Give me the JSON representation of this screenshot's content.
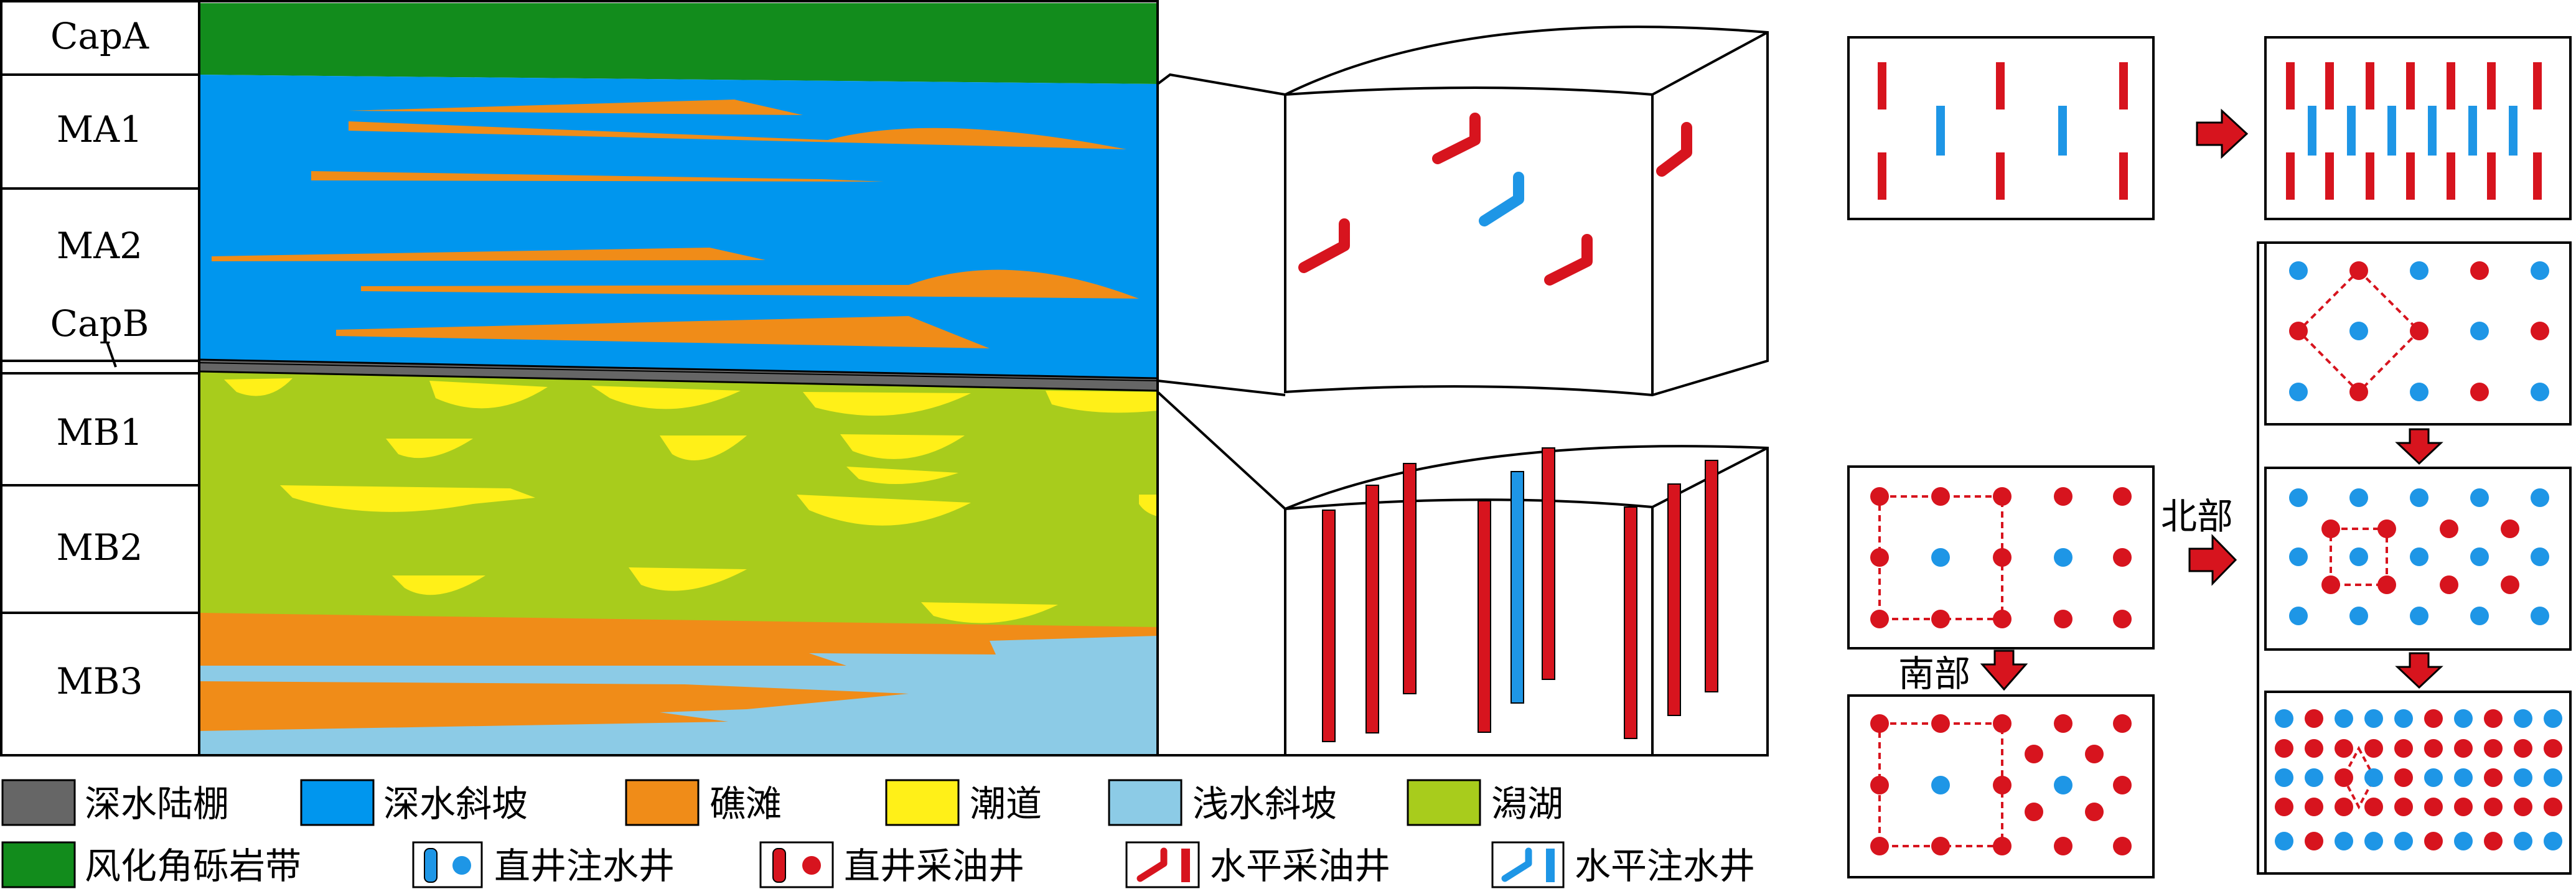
{
  "strata": [
    {
      "label": "CapA"
    },
    {
      "label": "MA1"
    },
    {
      "label": "MA2"
    },
    {
      "label": "CapB"
    },
    {
      "label": "MB1"
    },
    {
      "label": "MB2"
    },
    {
      "label": "MB3"
    }
  ],
  "legend": [
    {
      "label": "深水陆棚",
      "color": "#666666",
      "icon": "gray-swatch"
    },
    {
      "label": "深水斜坡",
      "color": "#0096ee",
      "icon": "blue-swatch"
    },
    {
      "label": "礁滩",
      "color": "#f08c18",
      "icon": "orange-swatch"
    },
    {
      "label": "潮道",
      "color": "#fff018",
      "icon": "yellow-swatch"
    },
    {
      "label": "浅水斜坡",
      "color": "#8ccbe6",
      "icon": "light-blue-swatch"
    },
    {
      "label": "潟湖",
      "color": "#a8cc1c",
      "icon": "green-swatch"
    },
    {
      "label": "风化角砾岩带",
      "color": "#128c1c",
      "icon": "dark-green-swatch"
    },
    {
      "label": "直井注水井",
      "icon": "vertical-injection-well-icon"
    },
    {
      "label": "直井采油井",
      "icon": "vertical-production-well-icon"
    },
    {
      "label": "水平采油井",
      "icon": "horizontal-production-well-icon"
    },
    {
      "label": "水平注水井",
      "icon": "horizontal-injection-well-icon"
    }
  ],
  "regions": {
    "north": "北部",
    "south": "南部"
  },
  "colors": {
    "production": "#d7141e",
    "injection": "#1e96e6",
    "deep_slope": "#0096ee",
    "lagoon": "#a8cc1c",
    "reef": "#f08c18",
    "channel": "#fff018",
    "shallow_slope": "#8ccbe6",
    "weathered": "#128c1c",
    "shelf": "#666666",
    "arrow": "#d7141e"
  }
}
